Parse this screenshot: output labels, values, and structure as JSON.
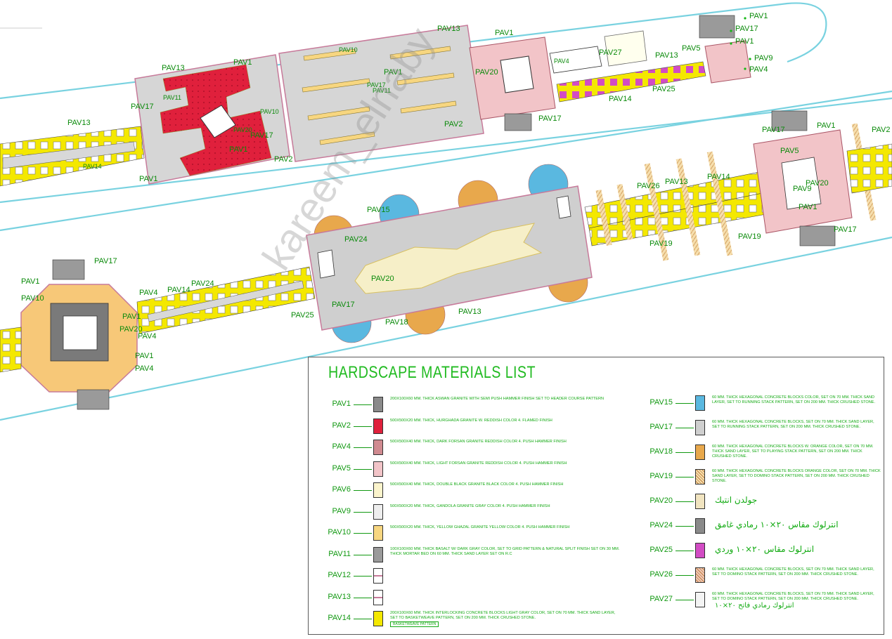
{
  "plan_labels": {
    "t1": "PAV1",
    "t2": "PAV17",
    "t3": "PAV1",
    "t4": "PAV9",
    "t5": "PAV4",
    "t6": "PAV5",
    "t7": "PAV13",
    "t8": "PAV25",
    "t9": "PAV14",
    "t10": "PAV27",
    "t11": "PAV4",
    "t12": "PAV20",
    "t13": "PAV1",
    "t14": "PAV17",
    "t15": "PAV13",
    "t16": "PAV10",
    "t17": "PAV1",
    "t18": "PAV17",
    "t19": "PAV11",
    "t20": "PAV2",
    "t21": "PAV13",
    "t22": "PAV17",
    "t23": "PAV11",
    "t24": "PAV10",
    "t25": "PAV1",
    "t26": "PAV2",
    "t27": "PAV20",
    "t28": "PAV17",
    "t29": "PAV1",
    "t30": "PAV13",
    "t31": "PAV1",
    "t32": "PAV14",
    "t33": "PAV17",
    "t34": "PAV1",
    "t35": "PAV5",
    "t36": "PAV9",
    "t37": "PAV20",
    "t38": "PAV1",
    "t39": "PAV17",
    "t40": "PAV2",
    "t41": "PAV26",
    "t42": "PAV13",
    "t43": "PAV14",
    "t44": "PAV19",
    "t45": "PAV19",
    "t46": "PAV15",
    "t47": "PAV24",
    "t48": "PAV20",
    "t49": "PAV17",
    "t50": "PAV18",
    "t51": "PAV13",
    "t52": "PAV1",
    "t53": "PAV17",
    "t54": "PAV10",
    "t55": "PAV4",
    "t56": "PAV14",
    "t57": "PAV24",
    "t58": "PAV1",
    "t59": "PAV20",
    "t60": "PAV4",
    "t61": "PAV25",
    "t62": "PAV1",
    "t63": "PAV4"
  },
  "legend": {
    "title": "HARDSCAPE MATERIALS LIST",
    "left": [
      {
        "code": "PAV1",
        "desc": "200x100x60 MM. THICK ASWAN GRANITE WITH SEMI PUSH HAMMER FINISH SET TO HEADER COURSE PATTERN",
        "tag": "",
        "color": "#8a8a8a",
        "pattern": "solid"
      },
      {
        "code": "PAV2",
        "desc": "500X500X20 MM. THICK, HURGHADA GRANITE W. REDDISH COLOR 4. FLAMED FINISH",
        "tag": "",
        "color": "#e0203c",
        "pattern": "solid"
      },
      {
        "code": "PAV4",
        "desc": "500X500X40 MM. THICK, DARK FORSAN GRANITE REDDISH COLOR 4. PUSH HAMMER FINISH",
        "tag": "",
        "color": "#d08a90",
        "pattern": "solid"
      },
      {
        "code": "PAV5",
        "desc": "500X500X40 MM. THICK, LIGHT FORSAN GRANITE REDDISH COLOR 4. PUSH HAMMER FINISH",
        "tag": "",
        "color": "#f2c4c8",
        "pattern": "solid"
      },
      {
        "code": "PAV6",
        "desc": "500X500X40 MM. THICK, DOUBLE BLACK GRANITE BLACK COLOR 4. PUSH HAMMER FINISH",
        "tag": "",
        "color": "#fbf4cc",
        "pattern": "solid"
      },
      {
        "code": "PAV9",
        "desc": "500X500X20 MM. THICK, GANDOLA GRANITE GRAY COLOR 4. PUSH HAMMER FINISH",
        "tag": "",
        "color": "#eeeeee",
        "pattern": "solid"
      },
      {
        "code": "PAV10",
        "desc": "500X500X20 MM. THICK, YELLOW GHAZAL GRANITE YELLOW COLOR 4. PUSH HAMMER FINISH",
        "tag": "",
        "color": "#f7d680",
        "pattern": "solid"
      },
      {
        "code": "PAV11",
        "desc": "100x100x60 MM. THICK BASALT W/ DARK GRAY COLOR, SET TO GRID PATTERN & NATURAL SPLIT FINISH SET ON 30 MM. THICK MORTAR BED ON 60 MM. THICK SAND LAYER SET ON R.C",
        "tag": "",
        "color": "#9a9a9a",
        "pattern": "solid"
      },
      {
        "code": "PAV12",
        "desc": "",
        "tag": "",
        "color": "#ffffff",
        "pattern": "line"
      },
      {
        "code": "PAV13",
        "desc": "",
        "tag": "",
        "color": "#ffffff",
        "pattern": "line"
      },
      {
        "code": "PAV14",
        "desc": "200x100x60 MM. THICK INTERLOCKING CONCRETE BLOCKS LIGHT GRAY COLOR, SET ON 70 MM. THICK SAND LAYER, SET TO BASKETWEAVE PATTERN, SET ON 200 MM. THICK CRUSHED STONE.",
        "tag": "BASKETWEAVE PATTERN",
        "color": "#f4e800",
        "pattern": "solid"
      }
    ],
    "right": [
      {
        "code": "PAV15",
        "desc": "60 MM. THICK HEXAGONAL CONCRETE BLOCKS COLOR, SET ON 70 MM. THICK SAND LAYER, SET TO RUNNING STACK PATTERN, SET ON 200 MM. THICK CRUSHED STONE.",
        "ar": "",
        "color": "#5ab8e0",
        "pattern": "solid"
      },
      {
        "code": "PAV17",
        "desc": "60 MM. THICK HEXAGONAL CONCRETE BLOCKS, SET ON 70 MM. THICK SAND LAYER, SET TO RUNNING STACK PATTERN, SET ON 200 MM. THICK CRUSHED STONE.",
        "ar": "",
        "color": "#cfcfcf",
        "pattern": "solid"
      },
      {
        "code": "PAV18",
        "desc": "60 MM. THICK HEXAGONAL CONCRETE BLOCKS W. ORANGE COLOR, SET ON 70 MM. THICK SAND LAYER, SET TO PLAYING STACK PATTERN, SET ON 200 MM. THICK CRUSHED STONE.",
        "ar": "",
        "color": "#e8a84c",
        "pattern": "solid"
      },
      {
        "code": "PAV19",
        "desc": "60 MM. THICK HEXAGONAL CONCRETE BLOCKS ORANGE COLOR, SET ON 70 MM. THICK SAND LAYER, SET TO DOMINO STACK PATTERN, SET ON 200 MM. THICK CRUSHED STONE.",
        "ar": "",
        "color": "#f6dfae",
        "pattern": "hatch"
      },
      {
        "code": "PAV20",
        "desc": "",
        "ar": "جولدن انتيك",
        "color": "#f1e4c0",
        "pattern": "solid"
      },
      {
        "code": "PAV24",
        "desc": "",
        "ar": "انترلوك مقاس ٢٠×١٠ رمادي غامق",
        "color": "#8a8a8a",
        "pattern": "solid"
      },
      {
        "code": "PAV25",
        "desc": "",
        "ar": "انترلوك مقاس ٢٠×١٠ وردي",
        "color": "#d24cc4",
        "pattern": "solid"
      },
      {
        "code": "PAV26",
        "desc": "60 MM. THICK HEXAGONAL CONCRETE BLOCKS, SET ON 70 MM. THICK SAND LAYER, SET TO DOMINO STACK PATTERN, SET ON 200 MM. THICK CRUSHED STONE.",
        "ar": "",
        "color": "#f0c8b8",
        "pattern": "hatch"
      },
      {
        "code": "PAV27",
        "desc": "60 MM. THICK HEXAGONAL CONCRETE BLOCKS, SET ON 70 MM. THICK SAND LAYER, SET TO DOMINO STACK PATTERN, SET ON 200 MM. THICK CRUSHED STONE.",
        "ar": "انترلوك رمادي فاتح ٢٠×١٠",
        "color": "#f4f4f4",
        "pattern": "solid"
      }
    ]
  },
  "watermark": "kareem_elnaby",
  "colors": {
    "label_green": "#0a8a0a",
    "path_cyan": "#79d2e0",
    "paving_yellow": "#f4e800",
    "granite_red": "#e0203c",
    "concrete_gray": "#cfcfcf",
    "accent_pink": "#d24cc4"
  }
}
